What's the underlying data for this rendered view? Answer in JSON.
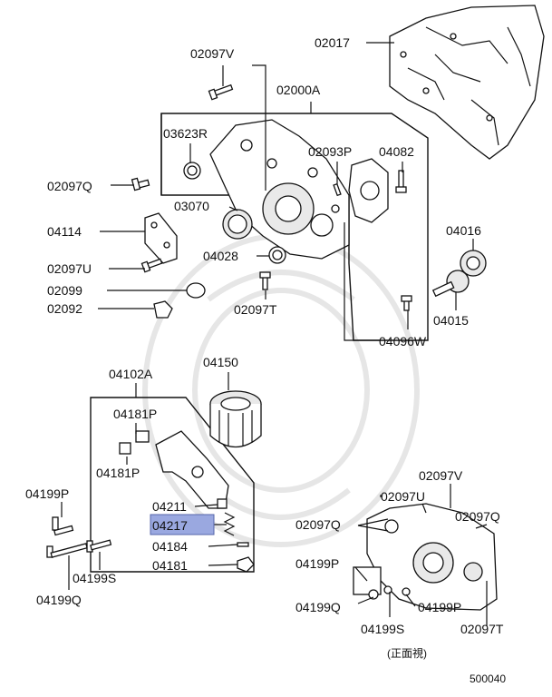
{
  "diagram": {
    "highlight_color": "#9aa8e0",
    "footer_note": "(正面視)",
    "drawing_number": "500040",
    "labels": {
      "l02017": "02017",
      "l02097V_top": "02097V",
      "l02000A": "02000A",
      "l03623R": "03623R",
      "l02093P": "02093P",
      "l04082": "04082",
      "l02097Q_left": "02097Q",
      "l03070": "03070",
      "l04114": "04114",
      "l04028": "04028",
      "l04016": "04016",
      "l02097U_left": "02097U",
      "l02099": "02099",
      "l02092": "02092",
      "l02097T_mid": "02097T",
      "l04015": "04015",
      "l04096W": "04096W",
      "l04102A": "04102A",
      "l04150": "04150",
      "l04181P_top": "04181P",
      "l04181P_bot": "04181P",
      "l04199P_left": "04199P",
      "l04211": "04211",
      "l04217": "04217",
      "l04184": "04184",
      "l04181": "04181",
      "l04199S_left": "04199S",
      "l04199Q_left": "04199Q",
      "l02097V_br": "02097V",
      "l02097U_br": "02097U",
      "l02097Q_br_left": "02097Q",
      "l02097Q_br_right": "02097Q",
      "l04199P_br_left": "04199P",
      "l04199Q_br": "04199Q",
      "l04199P_br_right": "04199P",
      "l04199S_br": "04199S",
      "l02097T_br": "02097T"
    }
  }
}
